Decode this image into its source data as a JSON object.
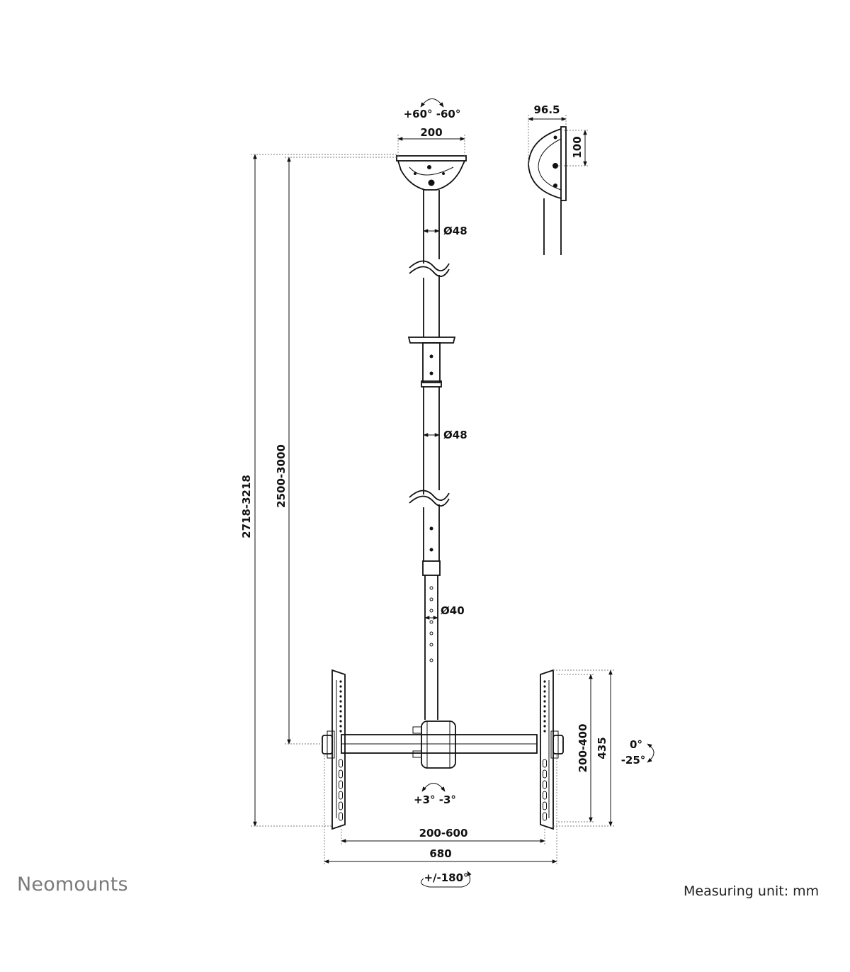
{
  "brand": {
    "name": "Neomounts"
  },
  "footer": {
    "unit_label": "Measuring unit: mm"
  },
  "dimensions": {
    "ceiling_rotation": "+60° -60°",
    "plate_width": "200",
    "side_depth": "96.5",
    "side_height": "100",
    "pole_diameter_upper": "Ø48",
    "pole_diameter_mid": "Ø48",
    "pole_diameter_lower": "Ø40",
    "total_height": "2718-3218",
    "pole_length": "2500-3000",
    "vesa_vertical": "200-400",
    "bracket_height": "435",
    "tilt_top": "0°",
    "tilt_bottom": "-25°",
    "roll": "+3° -3°",
    "vesa_horizontal": "200-600",
    "overall_width": "680",
    "swivel": "+/-180°"
  }
}
